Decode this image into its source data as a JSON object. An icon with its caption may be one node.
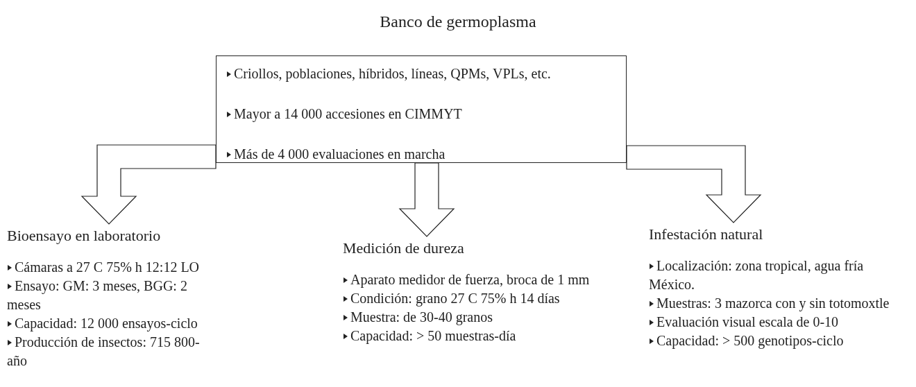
{
  "diagram": {
    "title": "Banco de germoplasma",
    "nodes": [
      {
        "text": [
          "Criollos, poblaciones, híbridos, líneas, QPMs, VPLs, etc.",
          "Mayor a 14 000 accesiones en CIMMYT",
          "Más de 4 000 evaluaciones en marcha"
        ]
      },
      {
        "text": [
          "Bioensayo en laboratorio",
          "Cámaras a 27 C 75% h 12:12 LO",
          "Ensayo: GM: 3 meses, BGG: 2 meses",
          "Capacidad: 12 000 ensayos-ciclo",
          "Producción de insectos: 715 800-año"
        ]
      },
      {
        "text": [
          "Medición de dureza",
          "Aparato medidor de fuerza, broca de 1 mm",
          "Condición: grano 27 C 75% h 14 días",
          "Muestra: de 30-40 granos",
          "Capacidad: > 50 muestras-día"
        ]
      },
      {
        "text": [
          "Infestación natural",
          "Localización: zona tropical, agua fría México.",
          "Muestras: 3 mazorca con y sin totomoxtle",
          "Evaluación visual escala de 0-10",
          "Capacidad: > 500 genotipos-ciclo"
        ]
      }
    ],
    "edges": [
      {
        "from": 0,
        "to": 1,
        "arrow": "to"
      },
      {
        "from": 0,
        "to": 2,
        "arrow": "to"
      },
      {
        "from": 0,
        "to": 3,
        "arrow": "to"
      }
    ]
  }
}
